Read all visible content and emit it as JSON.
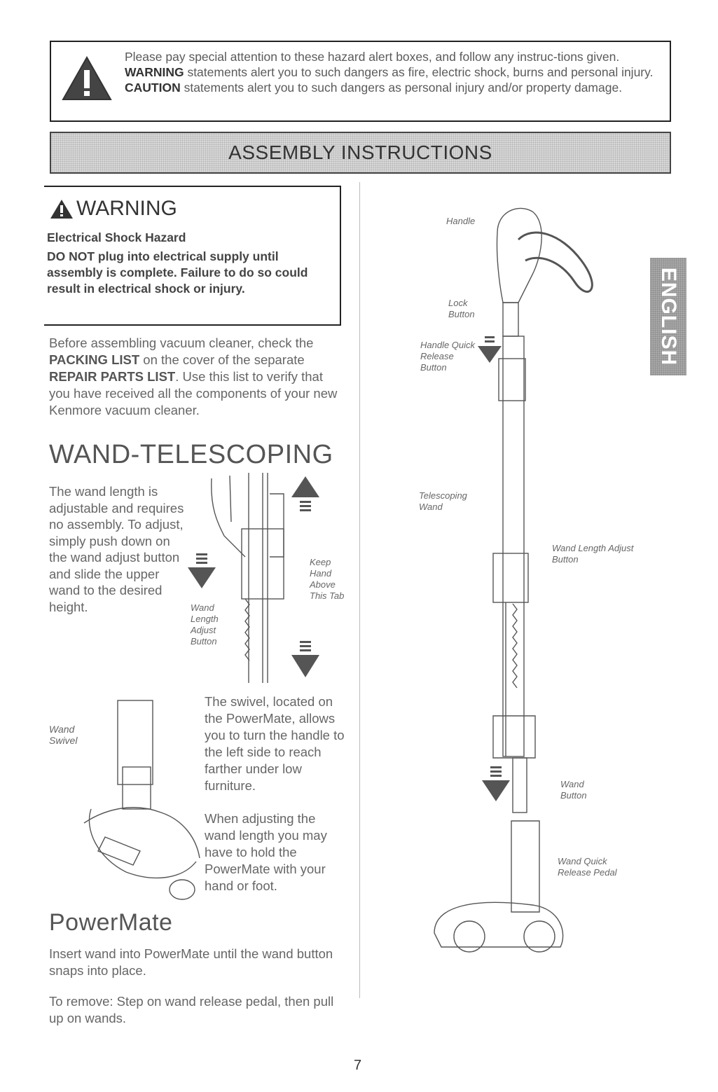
{
  "notice": {
    "text_1": "Please pay special attention to these hazard alert boxes, and follow any instruc-tions given. ",
    "warning_word": "WARNING",
    "text_2": " statements alert you to such dangers as fire, electric shock, burns and personal injury. ",
    "caution_word": "CAUTION",
    "text_3": " statements alert you to such dangers as personal injury and/or property damage."
  },
  "banner": {
    "title": "ASSEMBLY INSTRUCTIONS"
  },
  "warning_box": {
    "heading": "WARNING",
    "subtitle": "Electrical Shock Hazard",
    "body": "DO NOT plug into electrical supply until assembly is complete. Failure to do so could result in electrical shock or injury."
  },
  "intro": {
    "t1": "Before assembling vacuum cleaner, check the ",
    "b1": "PACKING LIST",
    "t2": " on the cover of the separate ",
    "b2": "REPAIR PARTS LIST",
    "t3": ". Use this list to verify that you have received all the components of your new Kenmore vacuum cleaner."
  },
  "wand_section": {
    "heading": "WAND-TELESCOPING",
    "body": "The wand length is adjustable and requires no assembly. To adjust, simply push down on the wand adjust button and slide the upper wand to the desired height.",
    "label_keep": "Keep Hand Above This Tab",
    "label_adjust": "Wand Length Adjust Button"
  },
  "swivel_section": {
    "label": "Wand Swivel",
    "body1": "The swivel, located on the PowerMate, allows you to turn the handle to the left side to reach farther under low furniture.",
    "body2": "When adjusting the wand length you may have to hold the PowerMate with your hand or foot."
  },
  "powermate": {
    "heading": "PowerMate",
    "p1": "Insert wand into PowerMate until the wand button snaps into place.",
    "p2": "To remove: Step on wand release pedal, then pull up on wands."
  },
  "diagram_labels": {
    "handle": "Handle",
    "lock_button": "Lock Button",
    "quick_release": "Handle Quick Release Button",
    "telescoping_wand": "Telescoping Wand",
    "wand_length_adjust": "Wand Length Adjust Button",
    "wand_button": "Wand Button",
    "wand_quick_release": "Wand Quick Release Pedal"
  },
  "side_tab": "ENGLISH",
  "page_number": "7"
}
